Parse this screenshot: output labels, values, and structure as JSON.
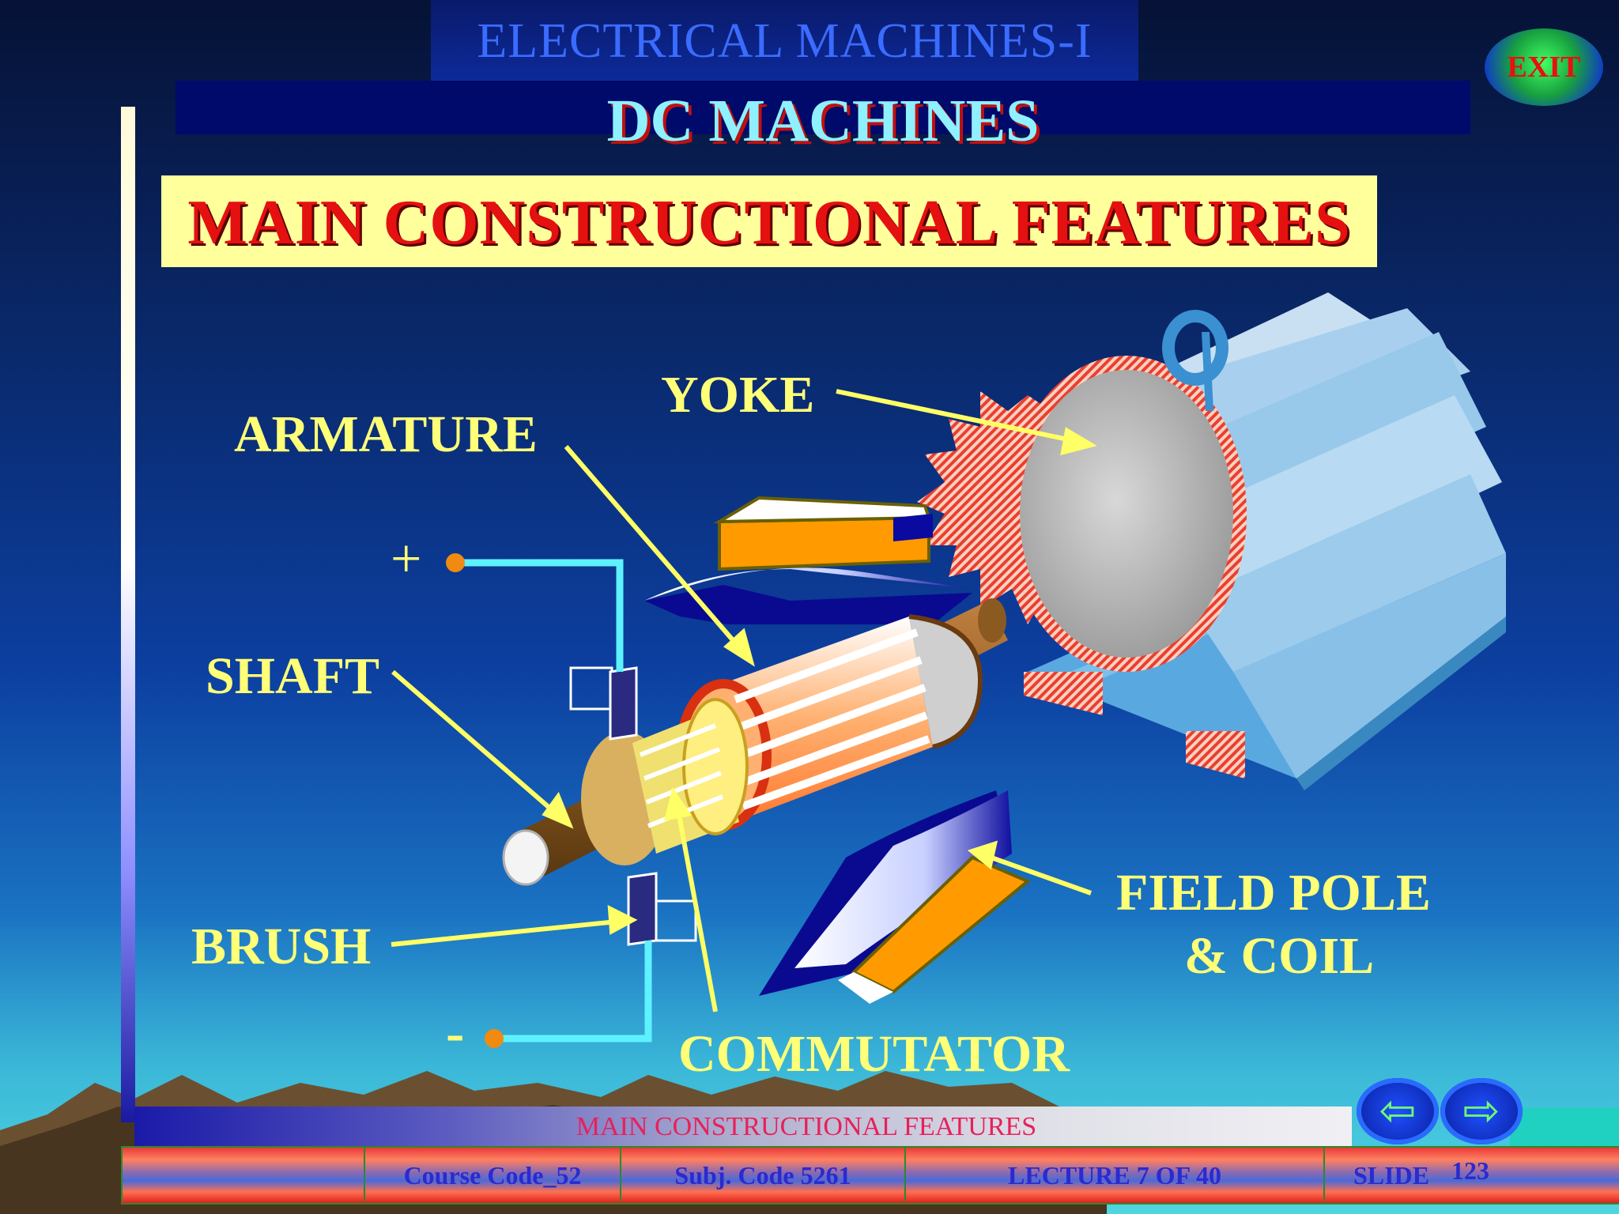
{
  "header": {
    "course_title": "ELECTRICAL  MACHINES-I",
    "topic_title": "DC MACHINES",
    "exit_label": "EXIT"
  },
  "section": {
    "title": "MAIN CONSTRUCTIONAL FEATURES"
  },
  "diagram": {
    "labels": {
      "yoke": "YOKE",
      "armature": "ARMATURE",
      "shaft": "SHAFT",
      "brush": "BRUSH",
      "commutator": "COMMUTATOR",
      "field_pole_line1": "FIELD POLE",
      "field_pole_line2": "& COIL",
      "plus_terminal": "+",
      "minus_terminal": "-"
    },
    "colors": {
      "label_yellow": "#ffff78",
      "wire_cyan": "#5ef2ff",
      "pole_orange": "#ff9a00",
      "yoke_blue": "#a8d8f0"
    }
  },
  "footer": {
    "section_caption": "MAIN CONSTRUCTIONAL FEATURES",
    "course_code": "Course Code_52",
    "subj_code": "Subj. Code  5261",
    "lecture": "LECTURE  7 OF 40",
    "slide_label": "SLIDE",
    "slide_number": "123"
  },
  "nav": {
    "prev_icon": "left-arrow-icon",
    "next_icon": "right-arrow-icon"
  }
}
